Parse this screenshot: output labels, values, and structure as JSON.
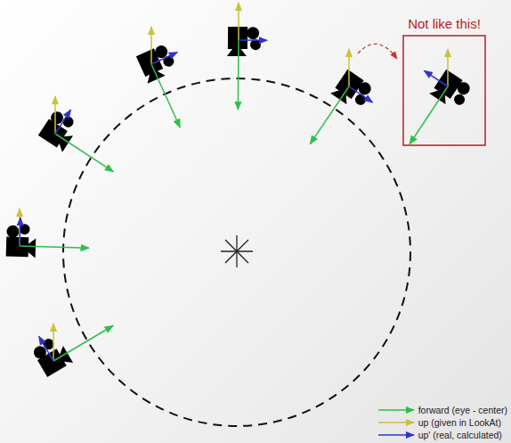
{
  "diagram": {
    "nodes": [
      {
        "text": [
          "Not like this!"
        ]
      }
    ],
    "legend": [
      {
        "text": "forward (eye - center)"
      },
      {
        "text": "up (given in LookAt)"
      },
      {
        "text": "up' (real, calculated)"
      }
    ]
  }
}
